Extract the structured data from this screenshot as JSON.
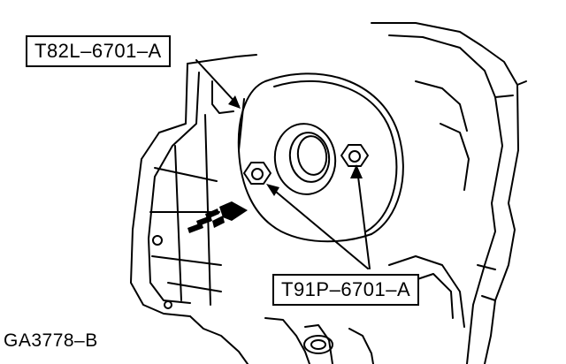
{
  "labels": {
    "tool_upper": "T82L–6701–A",
    "tool_lower": "T91P–6701–A",
    "figure_id": "GA3778–B"
  },
  "colors": {
    "ink": "#000000",
    "paper": "#ffffff"
  }
}
